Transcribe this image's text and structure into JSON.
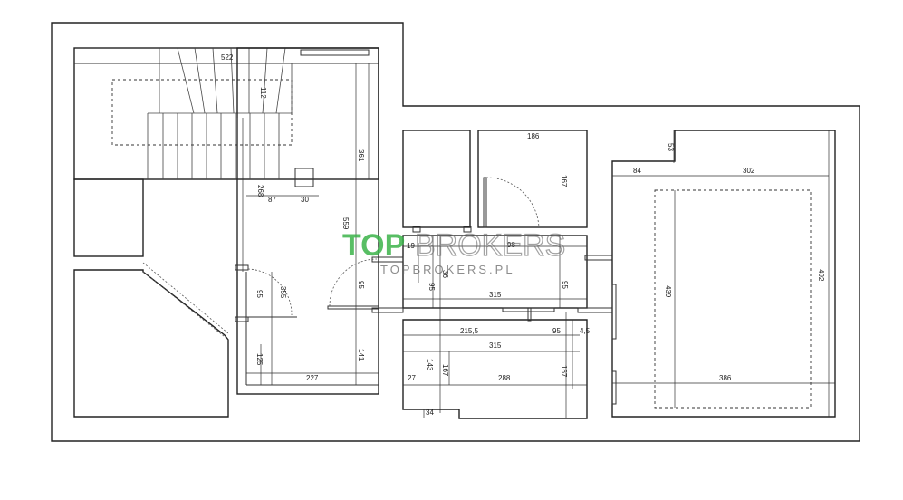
{
  "plan": {
    "watermark": {
      "brand_part1": "TOP",
      "brand_part2": "BROKERS",
      "url": "TOPBROKERS.PL"
    },
    "dimensions": {
      "d522": "522",
      "d112": "112",
      "d361": "361",
      "d268": "268",
      "d87": "87",
      "d30": "30",
      "d559": "559",
      "d95a": "95",
      "d355": "355",
      "d95b": "95",
      "d125": "125",
      "d141": "141",
      "d227": "227",
      "d186": "186",
      "d167a": "167",
      "d19": "19",
      "d98": "98",
      "d95c": "95",
      "d36": "36",
      "d315a": "315",
      "d95d": "95",
      "d215_5": "215,5",
      "d95e": "95",
      "d4_5": "4,5",
      "d315b": "315",
      "d27": "27",
      "d143": "143",
      "d167b": "167",
      "d288": "288",
      "d167c": "167",
      "d84": "84",
      "d53": "53",
      "d302": "302",
      "d439": "439",
      "d492": "492",
      "d386": "386",
      "d34": "34"
    }
  },
  "colors": {
    "brand_green": "#3bb34a",
    "line": "#222222",
    "background": "#ffffff"
  }
}
